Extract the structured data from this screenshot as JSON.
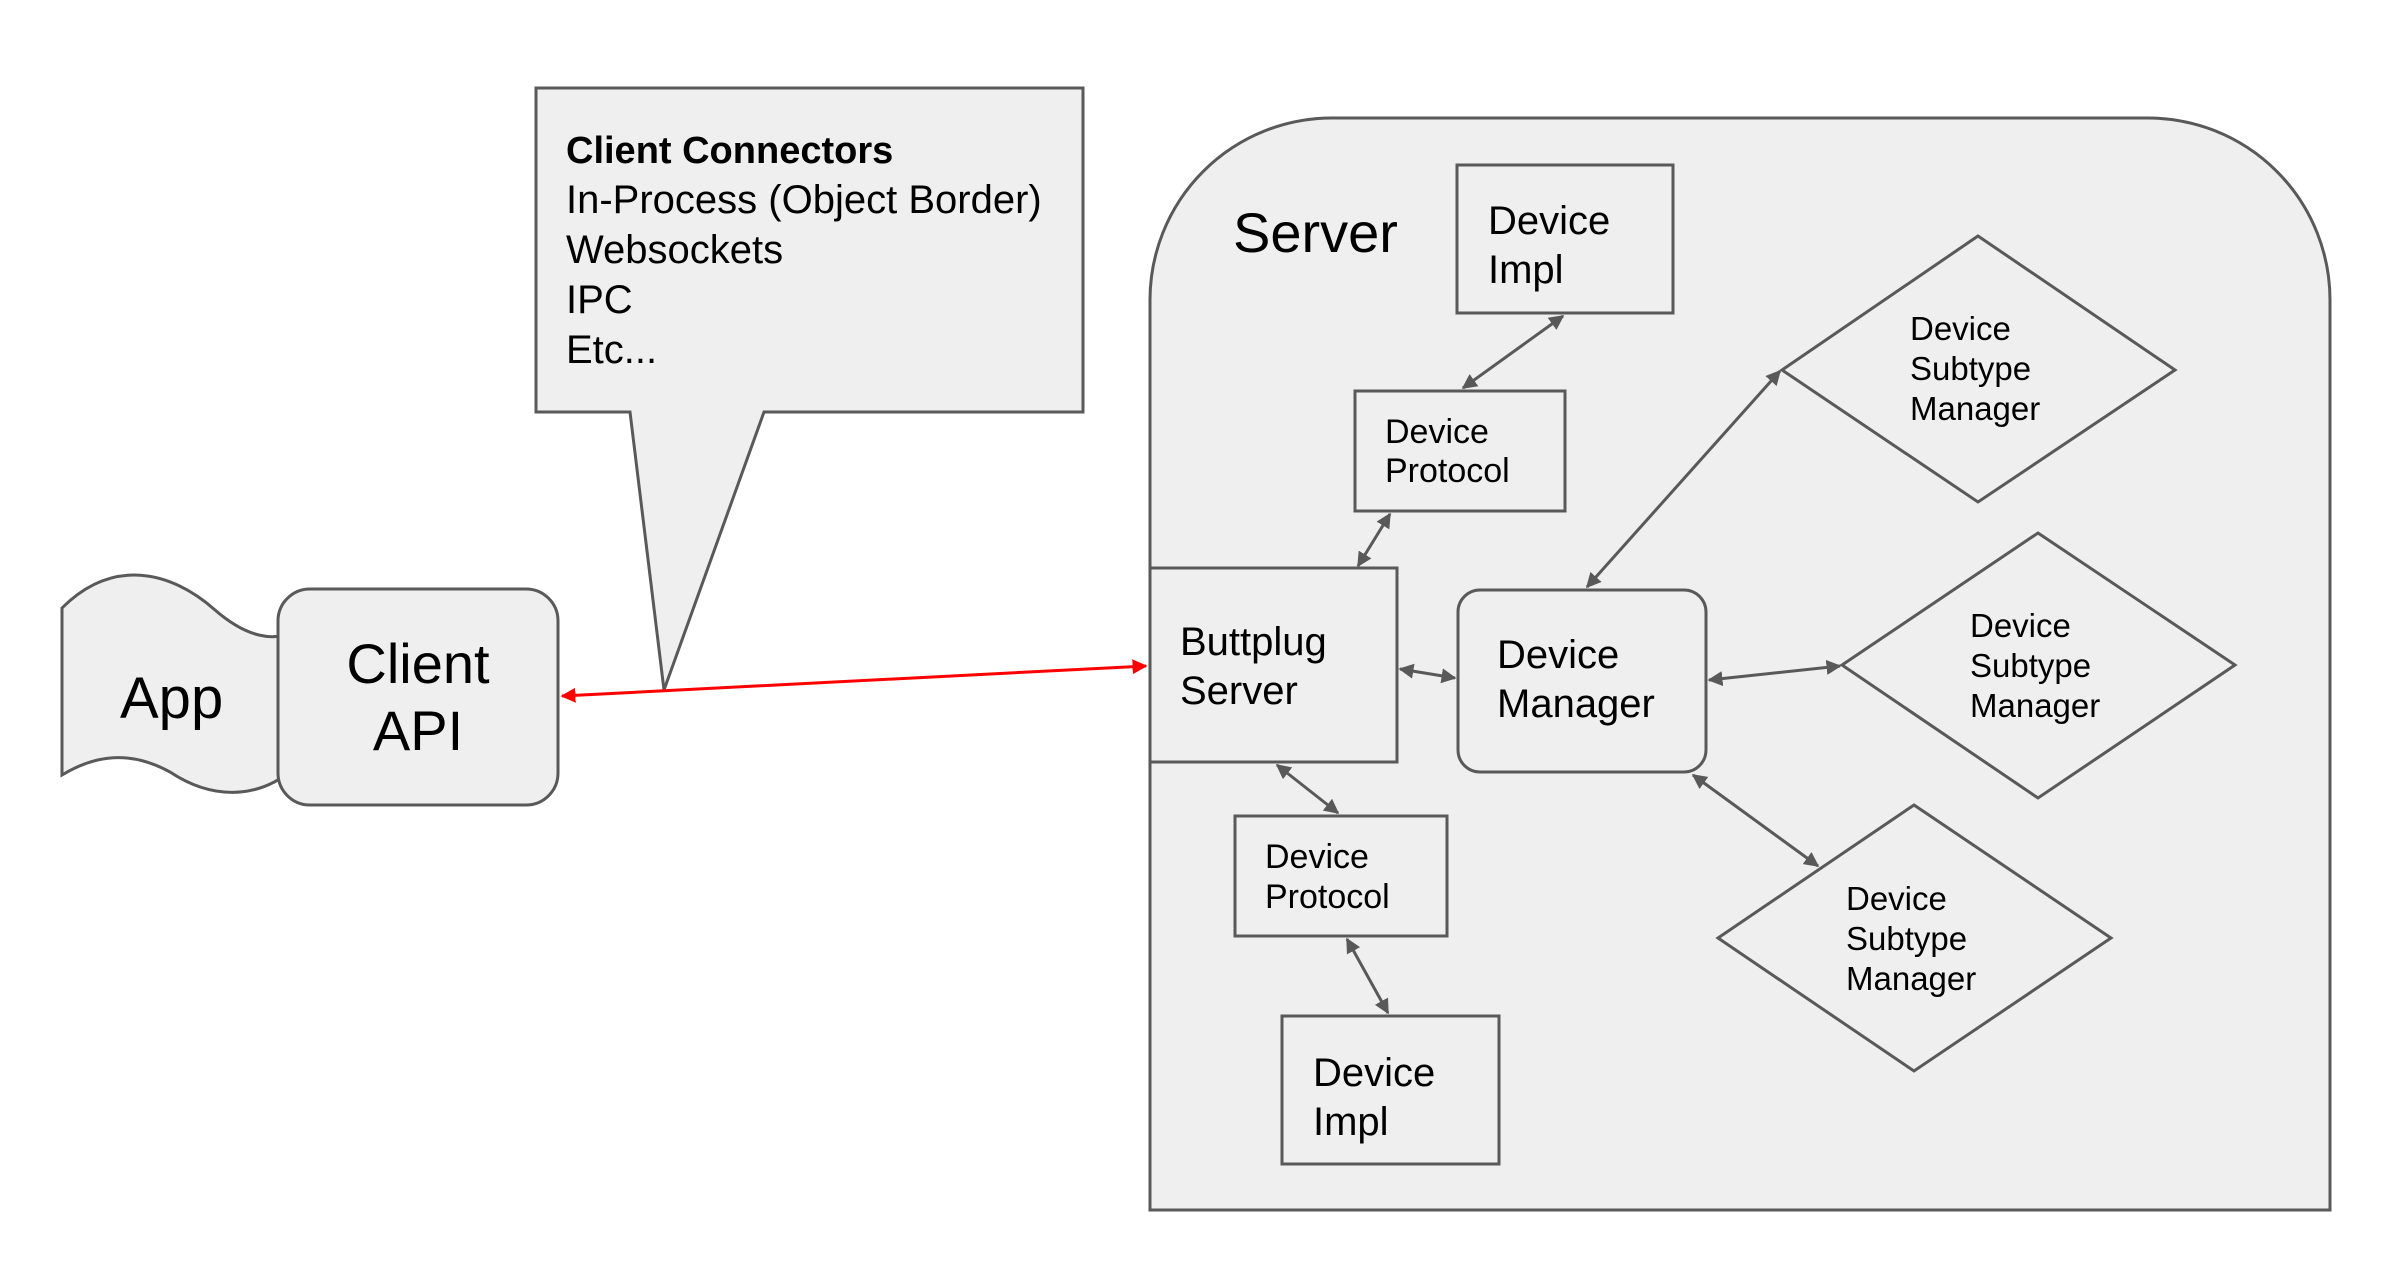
{
  "colors": {
    "shape_fill": "#efefef",
    "shape_stroke": "#595959",
    "arrow_gray": "#595959",
    "arrow_red": "#ff0000",
    "background": "#ffffff"
  },
  "app": {
    "label": "App"
  },
  "client_api": {
    "line1": "Client",
    "line2": "API"
  },
  "callout": {
    "heading": "Client Connectors",
    "items": [
      "In-Process (Object Border)",
      "Websockets",
      "IPC",
      "Etc..."
    ]
  },
  "server": {
    "label": "Server"
  },
  "buttplug_server": {
    "line1": "Buttplug",
    "line2": "Server"
  },
  "device_manager": {
    "line1": "Device",
    "line2": "Manager"
  },
  "device_impl_top": {
    "line1": "Device",
    "line2": "Impl"
  },
  "device_protocol_top": {
    "line1": "Device",
    "line2": "Protocol"
  },
  "device_protocol_bottom": {
    "line1": "Device",
    "line2": "Protocol"
  },
  "device_impl_bottom": {
    "line1": "Device",
    "line2": "Impl"
  },
  "subtype_managers": [
    {
      "line1": "Device",
      "line2": "Subtype",
      "line3": "Manager"
    },
    {
      "line1": "Device",
      "line2": "Subtype",
      "line3": "Manager"
    },
    {
      "line1": "Device",
      "line2": "Subtype",
      "line3": "Manager"
    }
  ]
}
